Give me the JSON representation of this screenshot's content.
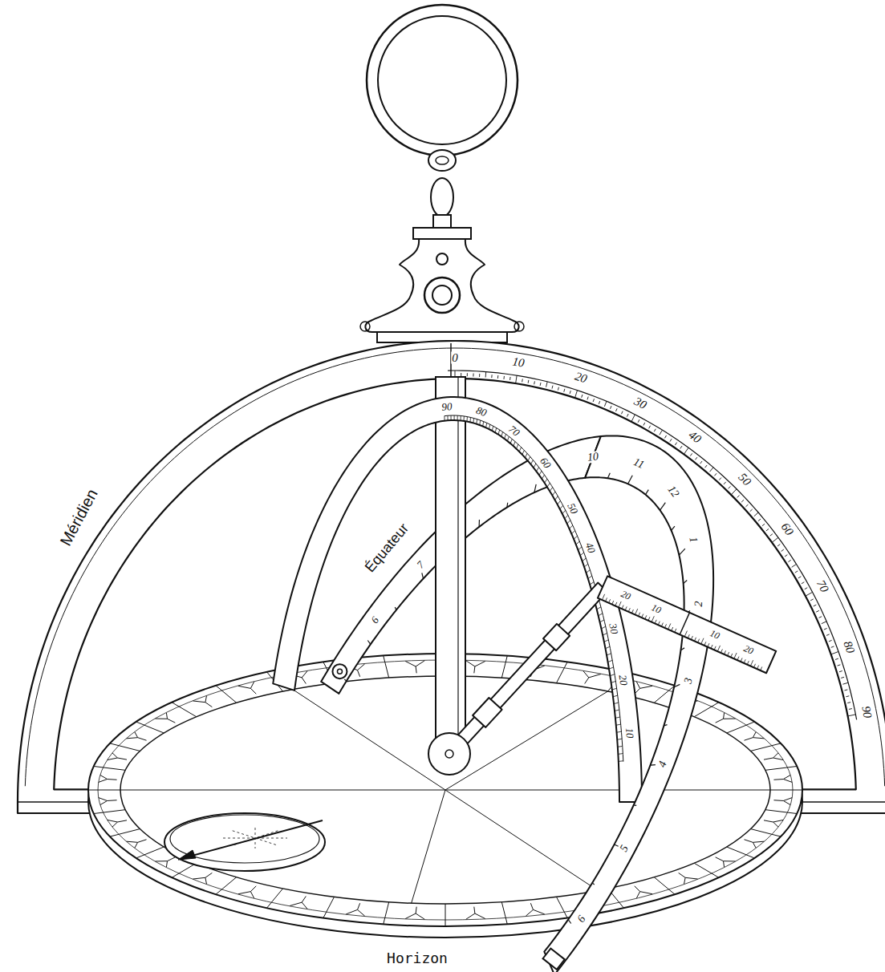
{
  "diagram": {
    "labels": [
      "0",
      "10",
      "20",
      "30",
      "40",
      "50",
      "60",
      "70",
      "80",
      "90",
      "90",
      "80",
      "70",
      "60",
      "50",
      "40",
      "30",
      "20",
      "10",
      "10",
      "11",
      "12",
      "1",
      "2",
      "3",
      "4",
      "5",
      "6",
      "20",
      "10",
      "10",
      "20",
      "Équateur",
      "6",
      "7",
      "Méridien",
      "Horizon"
    ]
  }
}
